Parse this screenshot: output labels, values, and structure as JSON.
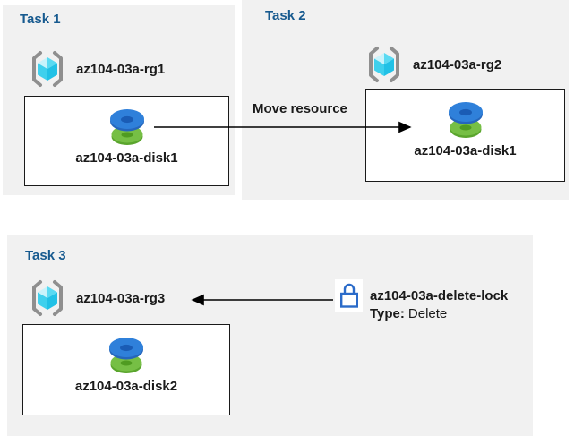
{
  "diagram": {
    "panels": {
      "task1": {
        "title": "Task 1",
        "resource_group": "az104-03a-rg1",
        "resource": "az104-03a-disk1"
      },
      "task2": {
        "title": "Task 2",
        "resource_group": "az104-03a-rg2",
        "resource": "az104-03a-disk1"
      },
      "task3": {
        "title": "Task 3",
        "resource_group": "az104-03a-rg3",
        "resource": "az104-03a-disk2"
      }
    },
    "move_arrow_label": "Move resource",
    "lock": {
      "name": "az104-03a-delete-lock",
      "type_label": "Type:",
      "type_value": "Delete"
    }
  },
  "icons": {
    "resource_group": "resource-group-icon",
    "disk": "disk-icon",
    "lock": "lock-icon"
  },
  "colors": {
    "panel_bg": "#f1f1f1",
    "title_blue": "#175a8f",
    "text": "#1a1a1a",
    "arrow": "#000000",
    "lock_blue": "#2b6bc9",
    "disk_blue": "#2f80da",
    "disk_green": "#76bf45",
    "cube_cyan": "#3fd0ed",
    "bracket_gray": "#8f8f8f"
  }
}
